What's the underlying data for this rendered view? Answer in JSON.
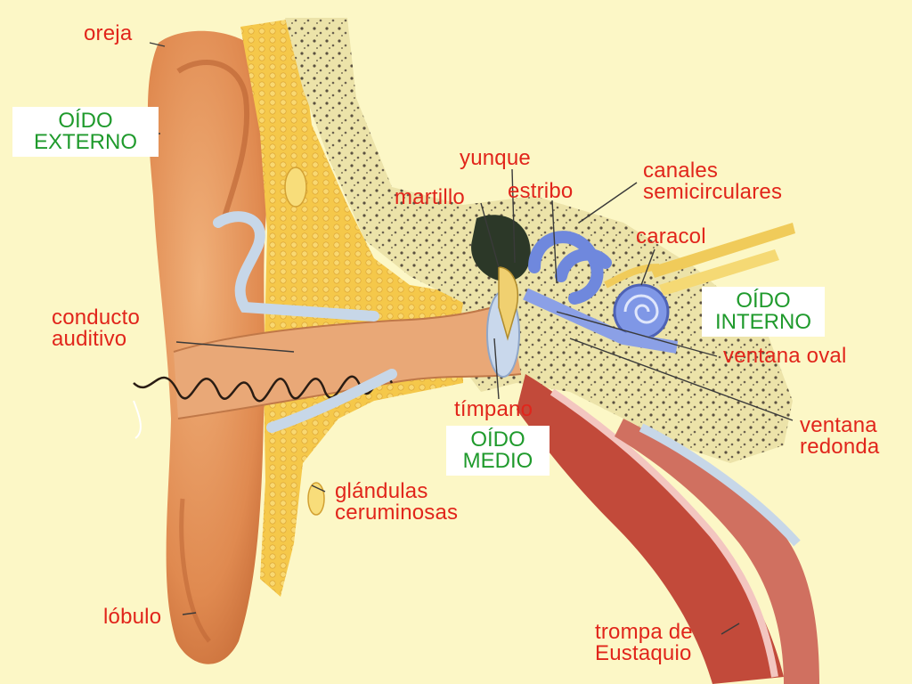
{
  "labels": {
    "oreja": "oreja",
    "conducto": [
      "conducto",
      "auditivo"
    ],
    "lobulo": "lóbulo",
    "martillo": "martillo",
    "yunque": "yunque",
    "estribo": "estribo",
    "canales": [
      "canales",
      "semicirculares"
    ],
    "caracol": "caracol",
    "ventana_oval": "ventana oval",
    "ventana_redonda": [
      "ventana",
      "redonda"
    ],
    "timpano": "tímpano",
    "glandulas": [
      "glándulas",
      "ceruminosas"
    ],
    "trompa": [
      "trompa de",
      "Eustaquio"
    ]
  },
  "regions": {
    "externo": [
      "OÍDO",
      "EXTERNO"
    ],
    "medio": [
      "OÍDO",
      "MEDIO"
    ],
    "interno": [
      "OÍDO",
      "INTERNO"
    ]
  },
  "colors": {
    "background": "#fcf7c6",
    "label_red": "#e1251b",
    "region_green": "#1f9a2c",
    "skin": "#e49a5e",
    "fat_yellow": "#f2c042",
    "bone": "#ece3a9",
    "cochlea_blue": "#7f97e6",
    "tube_red": "#c24a3a"
  }
}
